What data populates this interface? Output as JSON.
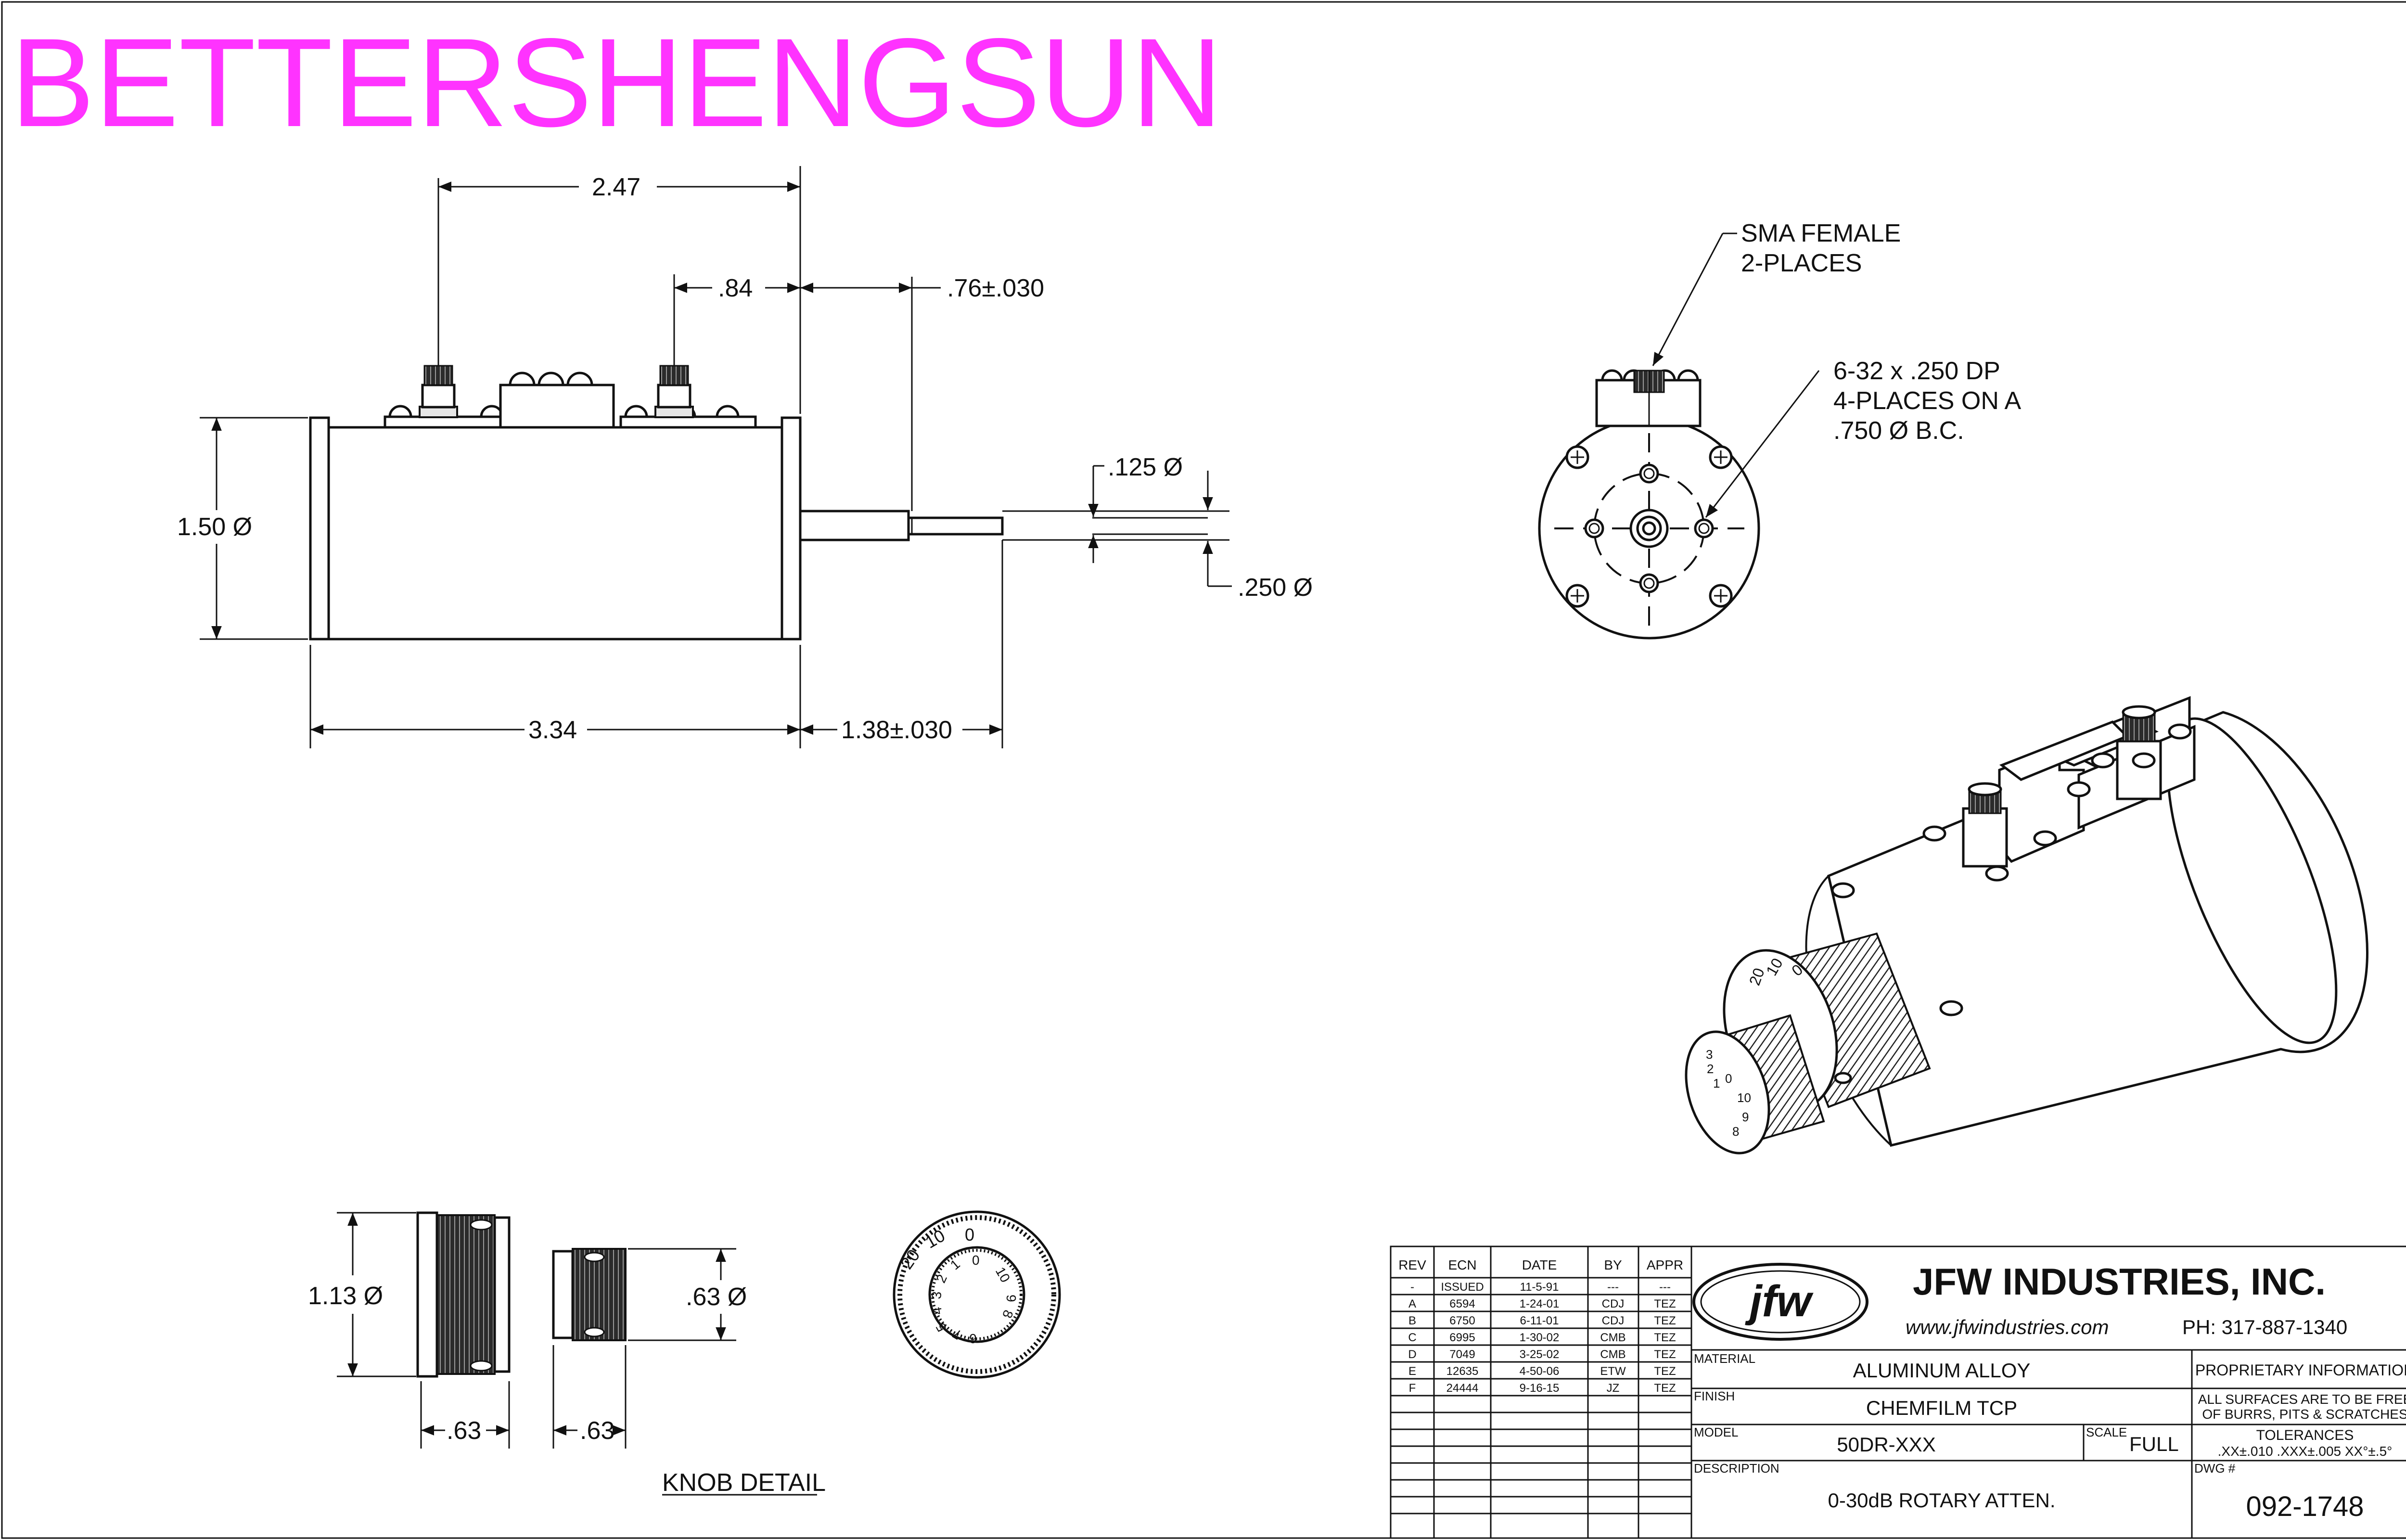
{
  "watermark": {
    "text": "BETTERSHENGSUN",
    "color": "#ff33ff"
  },
  "dimensions": {
    "overall_top": "2.47",
    "connector_spacing": ".84",
    "shaft_front": ".76±.030",
    "shaft_dia_small": ".125 Ø",
    "shaft_dia_large": ".250 Ø",
    "body_diameter": "1.50 Ø",
    "body_length": "3.34",
    "shaft_length": "1.38±.030",
    "knob_diameter_large": "1.13 Ø",
    "knob_diameter_small": ".63 Ø",
    "knob_width_large": ".63",
    "knob_width_small": ".63"
  },
  "notes": {
    "sma_line1": "SMA FEMALE",
    "sma_line2": "2-PLACES",
    "holes_line1": "6-32 x .250 DP",
    "holes_line2": "4-PLACES ON A",
    "holes_line3": ".750 Ø B.C.",
    "knob_detail": "KNOB DETAIL"
  },
  "dial": {
    "outer_numbers": [
      "20",
      "10",
      "0"
    ],
    "inner_numbers": [
      "5",
      "4",
      "3",
      "2",
      "1",
      "0",
      "10",
      "9",
      "8",
      "7",
      "6"
    ]
  },
  "iso_dial": {
    "outer_numbers": [
      "20",
      "10",
      "0"
    ],
    "inner_numbers": [
      "3",
      "2",
      "1",
      "0",
      "10",
      "9",
      "8"
    ]
  },
  "revision_table": {
    "headers": [
      "REV",
      "ECN",
      "DATE",
      "BY",
      "APPR"
    ],
    "rows": [
      [
        "-",
        "ISSUED",
        "11-5-91",
        "---",
        "---"
      ],
      [
        "A",
        "6594",
        "1-24-01",
        "CDJ",
        "TEZ"
      ],
      [
        "B",
        "6750",
        "6-11-01",
        "CDJ",
        "TEZ"
      ],
      [
        "C",
        "6995",
        "1-30-02",
        "CMB",
        "TEZ"
      ],
      [
        "D",
        "7049",
        "3-25-02",
        "CMB",
        "TEZ"
      ],
      [
        "E",
        "12635",
        "4-50-06",
        "ETW",
        "TEZ"
      ],
      [
        "F",
        "24444",
        "9-16-15",
        "JZ",
        "TEZ"
      ]
    ]
  },
  "title_block": {
    "logo": "jfw",
    "company": "JFW  INDUSTRIES, INC.",
    "website": "www.jfwindustries.com",
    "phone": "PH: 317-887-1340",
    "material_label": "MATERIAL",
    "material": "ALUMINUM ALLOY",
    "finish_label": "FINISH",
    "finish": "CHEMFILM TCP",
    "model_label": "MODEL",
    "model": "50DR-XXX",
    "scale_label": "SCALE",
    "scale": "FULL",
    "description_label": "DESCRIPTION",
    "description": "0-30dB ROTARY ATTEN.",
    "proprietary": "PROPRIETARY INFORMATION",
    "surfaces_line1": "ALL SURFACES ARE TO BE FREE",
    "surfaces_line2": "OF BURRS, PITS & SCRATCHES",
    "tolerances_label": "TOLERANCES",
    "tolerances": ".XX±.010  .XXX±.005  XX°±.5°",
    "dwg_label": "DWG #",
    "dwg_number": "092-1748"
  }
}
